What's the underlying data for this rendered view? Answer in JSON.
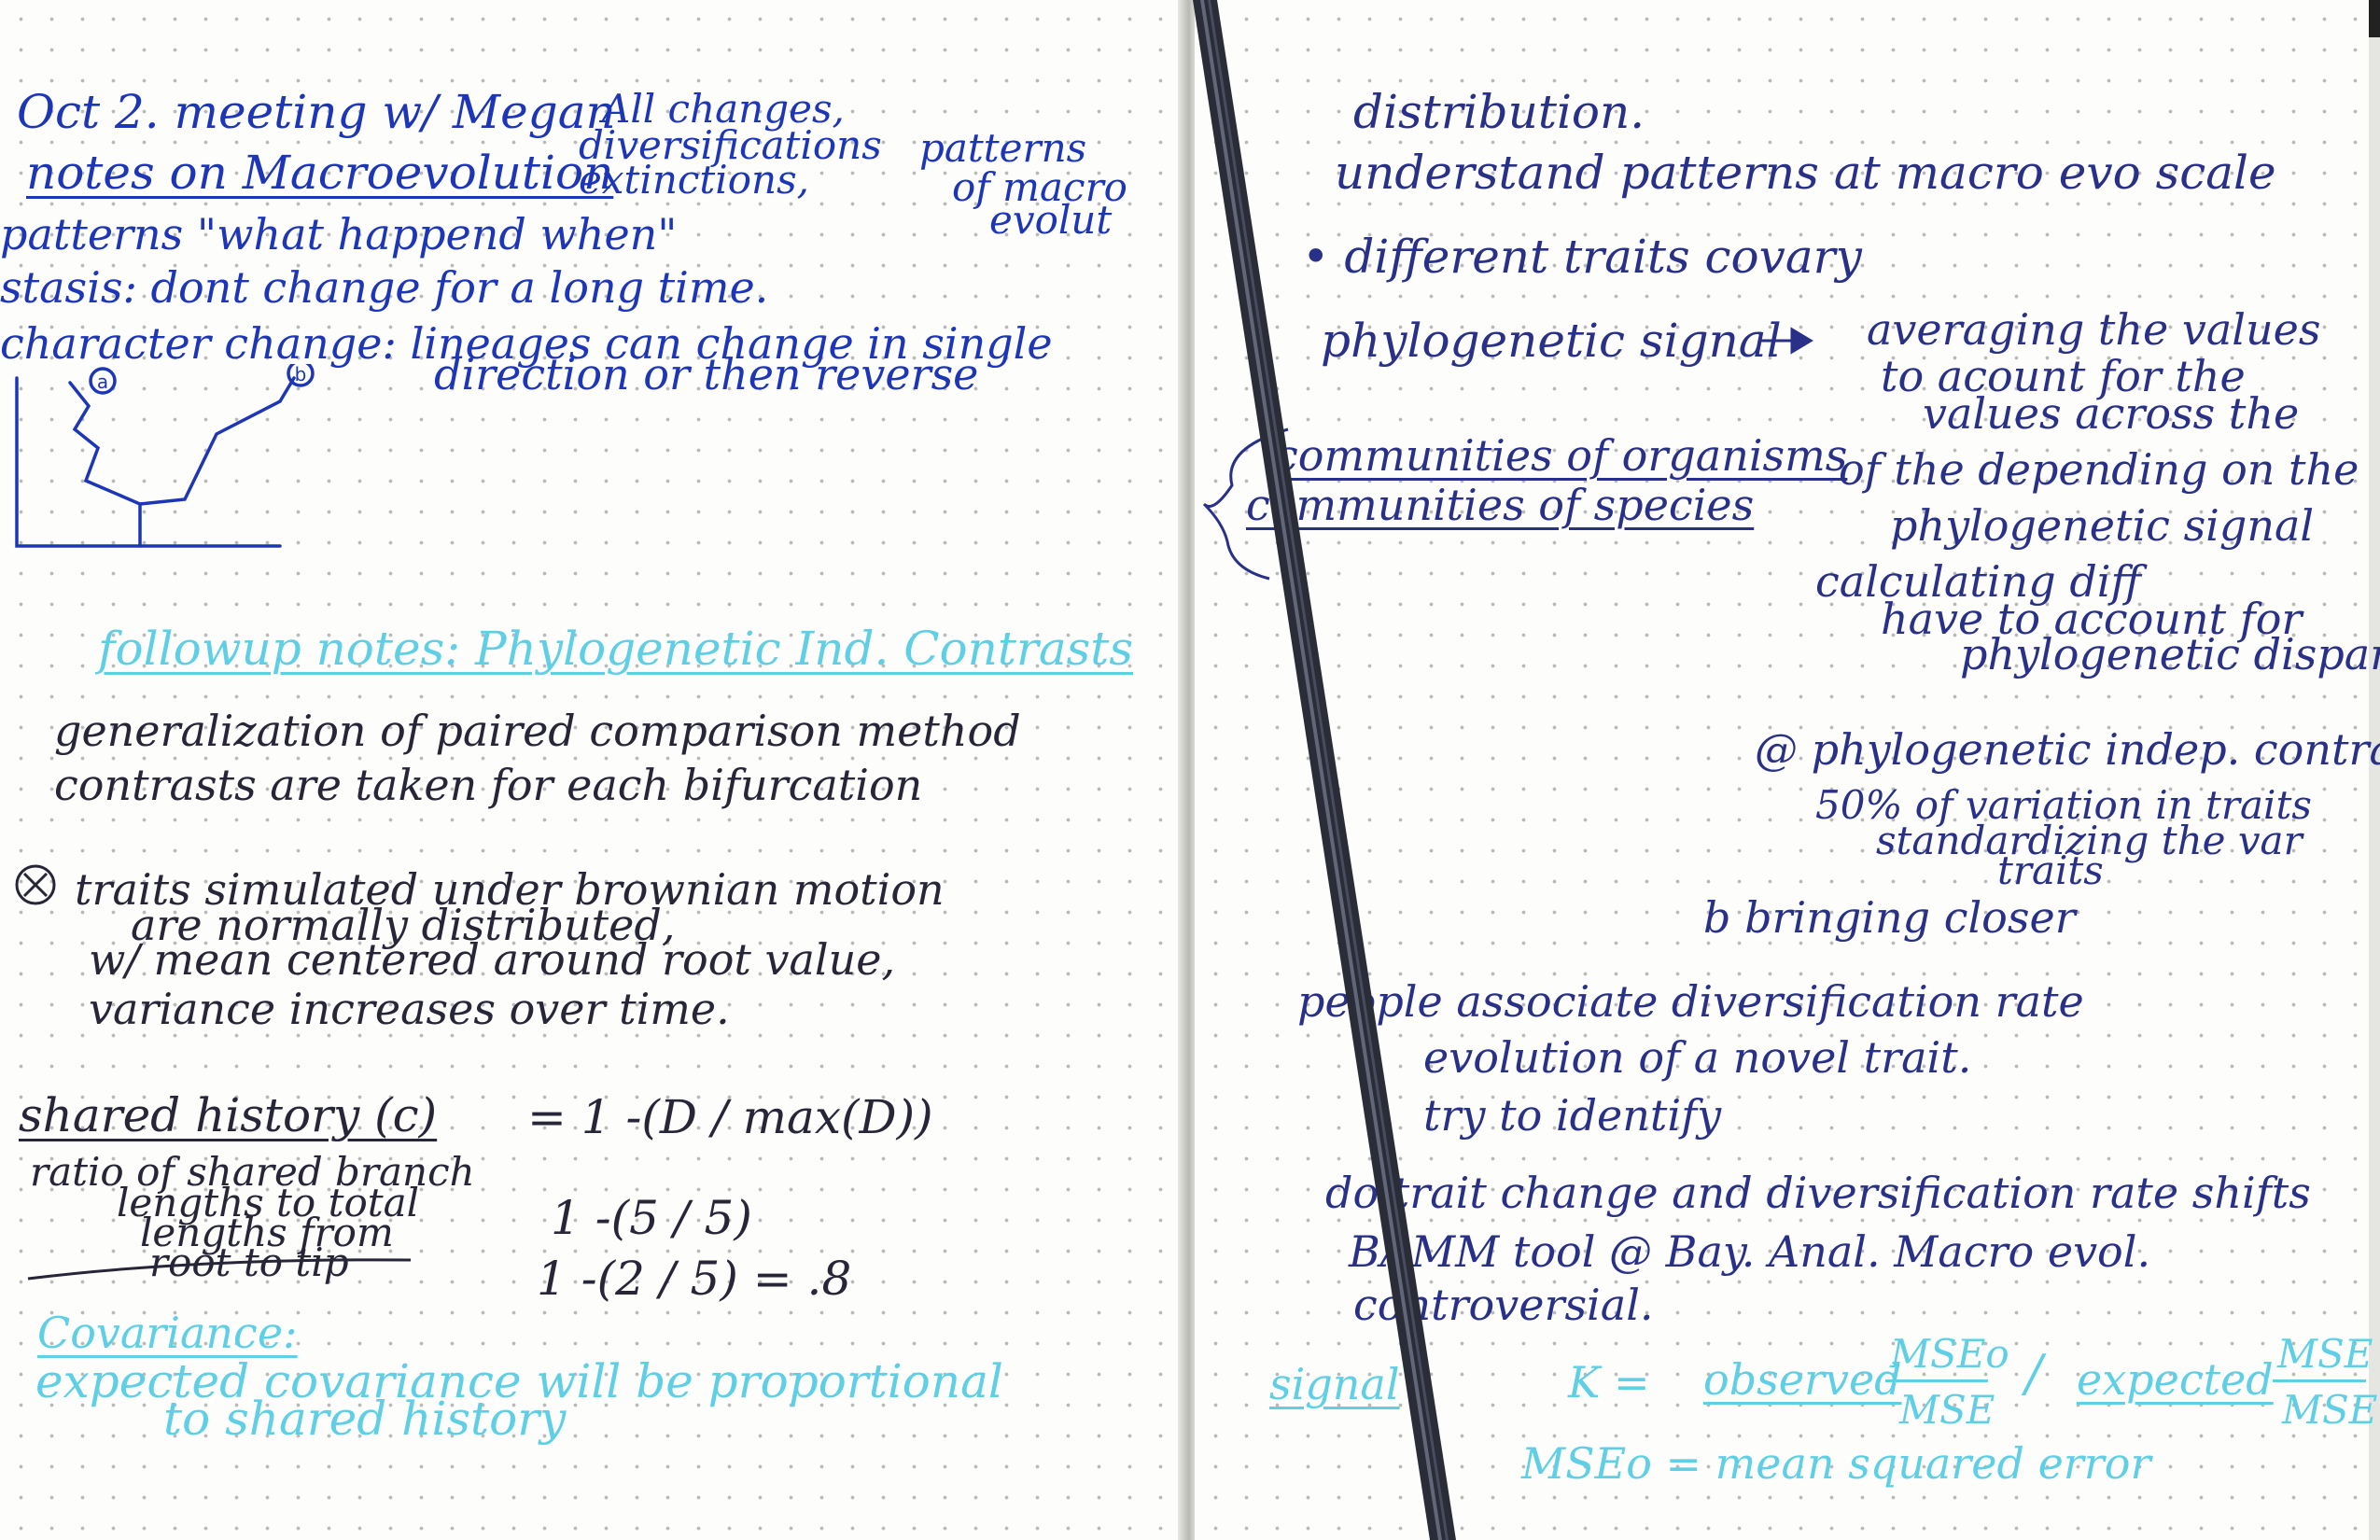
{
  "left_page": {
    "header": {
      "line1": "Oct 2. meeting w/ Megan",
      "line2": "notes on Macroevolution",
      "bracket_line1": "All changes,",
      "bracket_line2": "diversifications",
      "bracket_line3": "extinctions,",
      "side_line1": "patterns",
      "side_line2": "of macro",
      "side_line3": "evolut"
    },
    "definitions": [
      "patterns \"what happend when\"",
      "stasis: dont change for a long time.",
      "character change: lineages can change in single",
      "direction or then reverse"
    ],
    "sketch_labels": {
      "a": "a",
      "b": "b"
    },
    "followup": {
      "title": "followup notes: Phylogenetic Ind. Contrasts",
      "lines": [
        "generalization of paired comparison method",
        "contrasts are taken for each bifurcation"
      ]
    },
    "star_note": {
      "lines": [
        "traits simulated under brownian motion",
        "are normally distributed,",
        "w/ mean centered around root value,",
        "variance increases over time."
      ]
    },
    "shared_history": {
      "label": "shared history (c)",
      "formula": "= 1 -(D / max(D))",
      "desc_lines": [
        "ratio of shared branch",
        "lengths to total",
        "lengths from",
        "root to tip"
      ],
      "calc1": "1 -(5 / 5)",
      "calc2": "1 -(2 / 5) = .8"
    },
    "covariance": {
      "title": "Covariance:",
      "line1": "expected covariance will be proportional",
      "line2": "to shared history"
    }
  },
  "right_page": {
    "lines_top": [
      "distribution.",
      "understand patterns at macro evo scale",
      "• different traits covary"
    ],
    "signal": {
      "label": "phylogenetic signal",
      "note_lines": [
        "averaging the values",
        "to acount for the",
        "values across the",
        "of the depending on the",
        "phylogenetic signal",
        "calculating diff",
        "have to account for",
        "phylogenetic dispari"
      ]
    },
    "communities": [
      "communities of organisms",
      "communities of species"
    ],
    "indep_contrasts": {
      "line1": "@ phylogenetic indep. contrasts",
      "line2": "50% of variation in traits",
      "line3": "standardizing the var",
      "line4": "traits"
    },
    "bringing": "b bringing closer",
    "diversification": [
      "people associate diversification rate",
      "evolution of a novel trait.",
      "try to identify"
    ],
    "shifts": [
      "do trait change and diversification rate shifts",
      "BAMM tool @ Bay. Anal. Macro evol.",
      "controversial."
    ],
    "signal_k": {
      "label": "signal",
      "formula_k": "K =",
      "observed": "observed",
      "frac1_num": "MSEo",
      "frac1_den": "MSE",
      "slash": "/",
      "expected": "expected",
      "frac2_num": "MSE",
      "frac2_den": "MSE",
      "def": "MSEo = mean squared error"
    }
  },
  "colors": {
    "blue_ink": "#1d36b8",
    "navy_ink": "#283087",
    "black_ink": "#262638",
    "cyan_ink": "#5fcfe6",
    "ribbon": "#2a2c38"
  }
}
